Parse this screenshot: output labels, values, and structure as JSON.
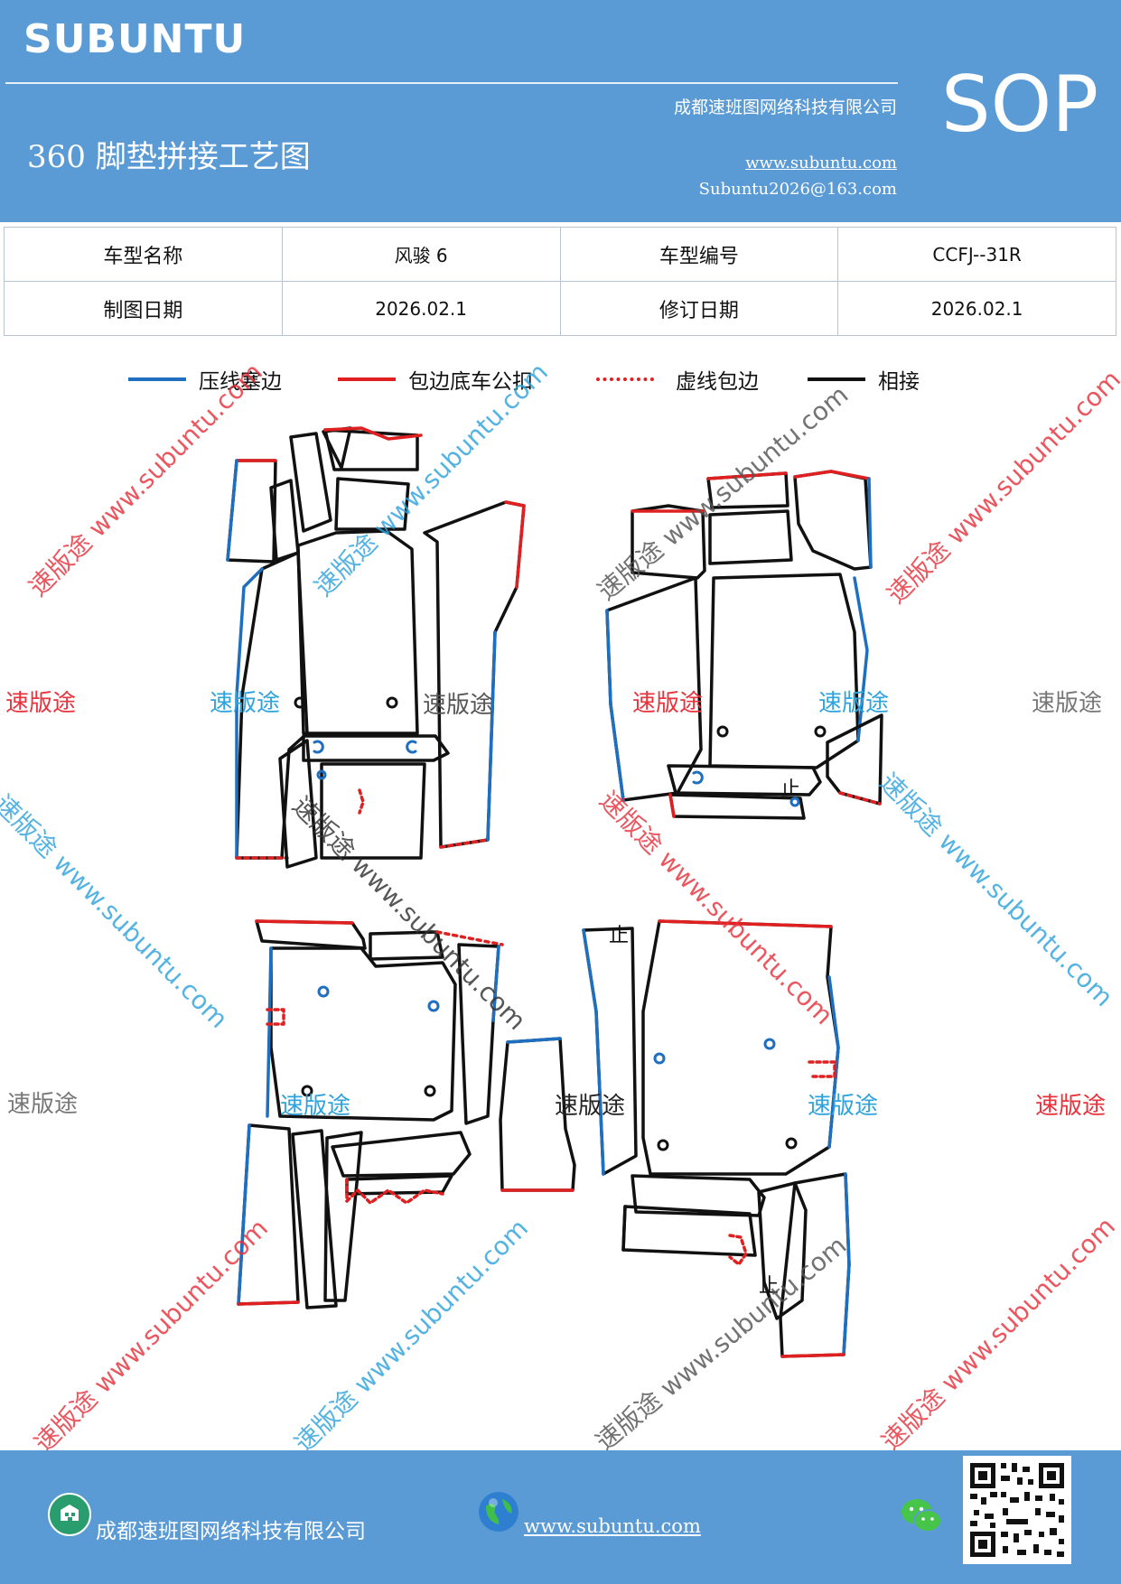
{
  "header": {
    "brand": "SUBUNTU",
    "company": "成都速班图网络科技有限公司",
    "title": "360 脚垫拼接工艺图",
    "website": "www.subuntu.com",
    "email": "Subuntu2026@163.com",
    "badge": "SOP"
  },
  "info_table": {
    "model_name_label": "车型名称",
    "model_name_value": "风骏 6",
    "model_code_label": "车型编号",
    "model_code_value": "CCFJ--31R",
    "draw_date_label": "制图日期",
    "draw_date_value": "2026.02.1",
    "revise_date_label": "修订日期",
    "revise_date_value": "2026.02.1"
  },
  "legend": [
    {
      "label": "压线塞边",
      "color": "#1f6fc0",
      "style": "solid"
    },
    {
      "label": "包边底车公扣",
      "color": "#e02020",
      "style": "solid"
    },
    {
      "label": "虚线包边",
      "color": "#e02020",
      "style": "dotted"
    },
    {
      "label": "相接",
      "color": "#111111",
      "style": "solid"
    }
  ],
  "watermark": {
    "brand": "速版途",
    "url": "速版途 www.subuntu.com",
    "url_short": "www.subuntu.com",
    "colors": {
      "red": "#e8323c",
      "blue": "#2fa3dc",
      "gray": "#777777"
    }
  },
  "marks": {
    "stop": "止"
  },
  "footer": {
    "company": "成都速班图网络科技有限公司",
    "website": "www.subuntu.com "
  },
  "icons": [
    "building-icon",
    "globe-icon",
    "wechat-icon",
    "qr-code"
  ]
}
